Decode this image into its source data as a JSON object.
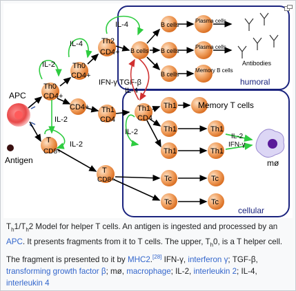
{
  "diagram": {
    "apc": "APC",
    "antigen": "Antigen",
    "il2": "IL-2",
    "il4": "IL-4",
    "th0_top": "Th0",
    "th0_cd4": "CD4+",
    "th0_upper": "Th0",
    "th0_upper_cd4": "CD4+",
    "th2": "Th2",
    "th2_cd4": "CD4+",
    "cd4_plain": "CD4+",
    "th1_a": "Th1",
    "th1_a_cd4": "CD4",
    "th1_b": "Th1",
    "th1_b_cd4": "CD4",
    "tcd8": "T",
    "tcd8_sub": "CD8+",
    "tcd8_lower": "T",
    "tcd8_lower_sub": "CD8+",
    "ifn_tgf": "IFN-γ  TGF-β",
    "il4_mid": "IL-4",
    "b_cells": "B cells",
    "plasma_cells": "Plasma cells",
    "memory_b": "Memory B cells",
    "antibodies": "Antibodies",
    "humoral": "humoral",
    "cellular": "cellular",
    "memory_t": "Memory T cells",
    "th1": "Th1",
    "tc": "Tc",
    "il2_ifn": "IL-2\nIFN-γ",
    "macrophage": "mø"
  },
  "caption": {
    "p1": "T",
    "h1": "h",
    "p2": "1/T",
    "h2": "h",
    "p3": "2 Model for helper T cells. An antigen is ingested and processed by an ",
    "apc_link": "APC",
    "p4": ". It presents fragments from it to T cells. The upper, T",
    "h3": "h",
    "p5": "0, is a T helper cell. The fragment is presented to it by ",
    "mhc2_link": "MHC2",
    "ref": "[28]",
    "p6": " IFN-γ, ",
    "ifn_link": "interferon γ",
    "p7": "; TGF-β, ",
    "tgf_link": "transforming growth factor β",
    "p8": "; mø, ",
    "mac_link": "macrophage",
    "p9": "; IL-2, ",
    "il2_link": "interleukin 2",
    "p10": "; IL-4, ",
    "il4_link": "interleukin 4"
  },
  "colors": {
    "cell_orange": "#e8843a",
    "box_blue": "#1a237e",
    "green": "#2ecc40",
    "red": "#d03030",
    "link": "#3366cc"
  }
}
